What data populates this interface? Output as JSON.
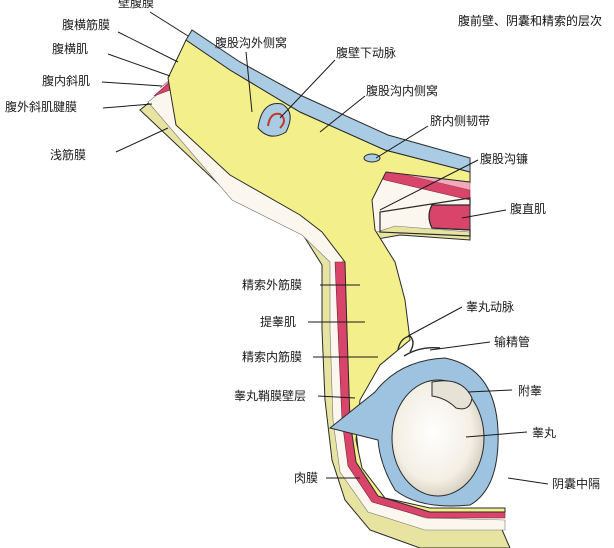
{
  "title": "腹前壁、阴囊和精索的层次",
  "labels": {
    "peritoneum_wall": "壁腹膜",
    "transversalis_fascia": "腹横筋膜",
    "transversus_abdominis": "腹横肌",
    "internal_oblique": "腹内斜肌",
    "external_oblique_aponeurosis": "腹外斜肌腱膜",
    "superficial_fascia": "浅筋膜",
    "lateral_inguinal_fossa": "腹股沟外侧窝",
    "inferior_epigastric_artery": "腹壁下动脉",
    "medial_inguinal_fossa": "腹股沟内侧窝",
    "medial_umbilical_fold": "脐内侧韧带",
    "inguinal_falx": "腹股沟镰",
    "rectus_abdominis": "腹直肌",
    "external_spermatic_fascia": "精索外筋膜",
    "cremaster": "提睾肌",
    "internal_spermatic_fascia": "精索内筋膜",
    "testicular_artery": "睾丸动脉",
    "ductus_deferens": "输精管",
    "epididymis": "附睾",
    "tunica_vaginalis_parietal": "睾丸鞘膜壁层",
    "testis": "睾丸",
    "dartos": "肉膜",
    "scrotal_septum": "阴囊中隔"
  },
  "colors": {
    "peritoneum": "#a9cbe3",
    "fascia_yellow": "#f3ef8a",
    "muscle_red": "#d9456a",
    "muscle_pink": "#f0a9bd",
    "aponeurosis_white": "#fbf7ee",
    "superficial": "#c9c46a",
    "outline": "#2a2a2a",
    "testis": "#f6f2e8",
    "tunica": "#9dc3e0"
  }
}
